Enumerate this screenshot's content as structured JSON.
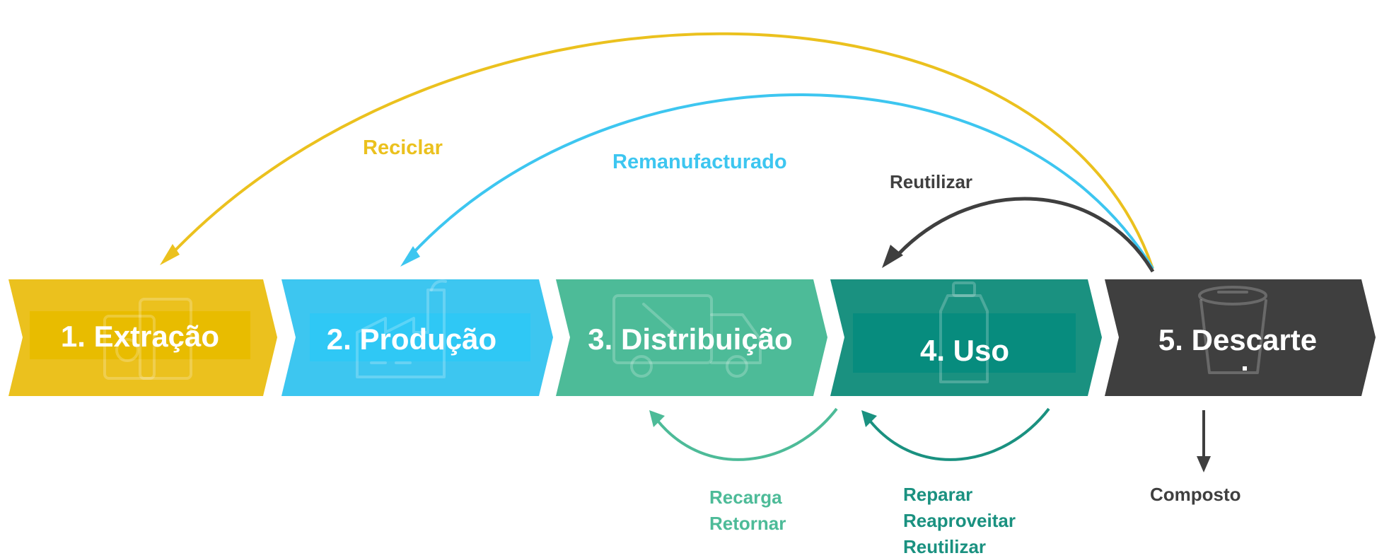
{
  "stages": [
    {
      "label": "1. Extração",
      "color": "#EBC11E",
      "band": "#E8BC00",
      "icon": "cans-icon"
    },
    {
      "label": "2. Produção",
      "color": "#3DC6F0",
      "band": "#2FC8F5",
      "icon": "factory-icon"
    },
    {
      "label": "3. Distribuição",
      "color": "#4DBB98",
      "band": "",
      "icon": "truck-icon"
    },
    {
      "label": "4. Uso",
      "color": "#1A9180",
      "band": "#078C7E",
      "icon": "bottle-icon"
    },
    {
      "label": "5. Descarte",
      "color": "#3F3F3F",
      "band": "",
      "icon": "cup-icon"
    }
  ],
  "loops": {
    "reciclar": {
      "label": "Reciclar",
      "color": "#EBC11E"
    },
    "remanufacturado": {
      "label": "Remanufacturado",
      "color": "#3DC6F0"
    },
    "reutilizar_top": {
      "label": "Reutilizar",
      "color": "#3F3F3F"
    },
    "distribution_loop": {
      "lines": [
        "Recarga",
        "Retornar"
      ],
      "color": "#4DBB98"
    },
    "use_loop": {
      "lines": [
        "Reparar",
        "Reaproveitar",
        "Reutilizar"
      ],
      "color": "#1A9180"
    },
    "composto": {
      "label": "Composto",
      "color": "#3F3F3F"
    }
  }
}
